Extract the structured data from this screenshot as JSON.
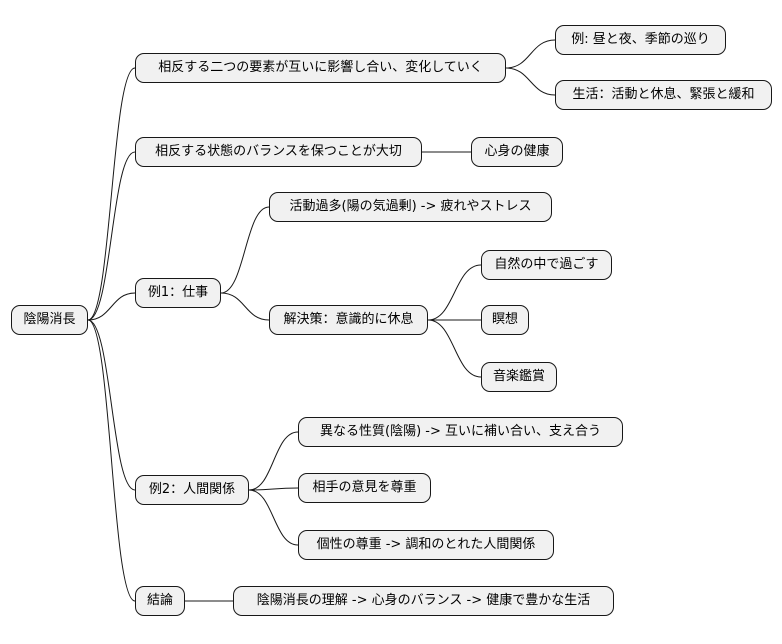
{
  "root": {
    "label": "陰陽消長"
  },
  "branches": [
    {
      "label": "相反する二つの要素が互いに影響し合い、変化していく",
      "children": [
        {
          "label": "例: 昼と夜、季節の巡り"
        },
        {
          "label": "生活：活動と休息、緊張と緩和"
        }
      ]
    },
    {
      "label": "相反する状態のバランスを保つことが大切",
      "children": [
        {
          "label": "心身の健康"
        }
      ]
    },
    {
      "label": "例1：仕事",
      "children": [
        {
          "label": "活動過多(陽の気過剰) -> 疲れやストレス"
        },
        {
          "label": "解決策：意識的に休息",
          "children": [
            {
              "label": "自然の中で過ごす"
            },
            {
              "label": "瞑想"
            },
            {
              "label": "音楽鑑賞"
            }
          ]
        }
      ]
    },
    {
      "label": "例2：人間関係",
      "children": [
        {
          "label": "異なる性質(陰陽) -> 互いに補い合い、支え合う"
        },
        {
          "label": "相手の意見を尊重"
        },
        {
          "label": "個性の尊重 -> 調和のとれた人間関係"
        }
      ]
    },
    {
      "label": "結論",
      "children": [
        {
          "label": "陰陽消長の理解 -> 心身のバランス -> 健康で豊かな生活"
        }
      ]
    }
  ]
}
